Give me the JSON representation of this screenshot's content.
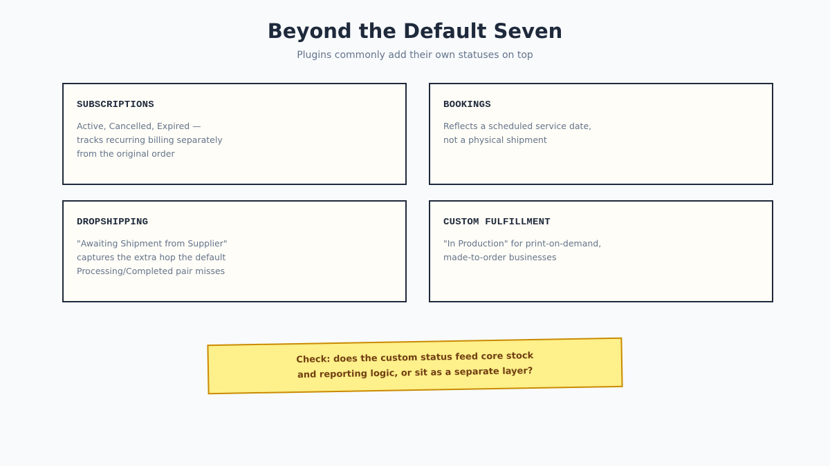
{
  "header": {
    "title": "Beyond the Default Seven",
    "subtitle": "Plugins commonly add their own statuses on top"
  },
  "cards": [
    {
      "heading": "SUBSCRIPTIONS",
      "lines": [
        "Active, Cancelled, Expired —",
        "tracks recurring billing separately",
        "from the original order"
      ]
    },
    {
      "heading": "BOOKINGS",
      "lines": [
        "Reflects a scheduled service date,",
        "not a physical shipment"
      ]
    },
    {
      "heading": "DROPSHIPPING",
      "lines": [
        "\"Awaiting Shipment from Supplier\"",
        "captures the extra hop the default",
        "Processing/Completed pair misses"
      ]
    },
    {
      "heading": "CUSTOM FULFILLMENT",
      "lines": [
        "\"In Production\" for print-on-demand,",
        "made-to-order businesses"
      ]
    }
  ],
  "note": {
    "lines": [
      "Check: does the custom status feed core stock",
      "and reporting logic, or sit as a separate layer?"
    ]
  },
  "colors": {
    "background": "#f8fafc",
    "title": "#1e293b",
    "muted_text": "#64748b",
    "card_border": "#1e293b",
    "card_fill": "#fffdf7",
    "note_fill": "#fef08a",
    "note_border": "#ca8a04",
    "note_text": "#713f12"
  }
}
